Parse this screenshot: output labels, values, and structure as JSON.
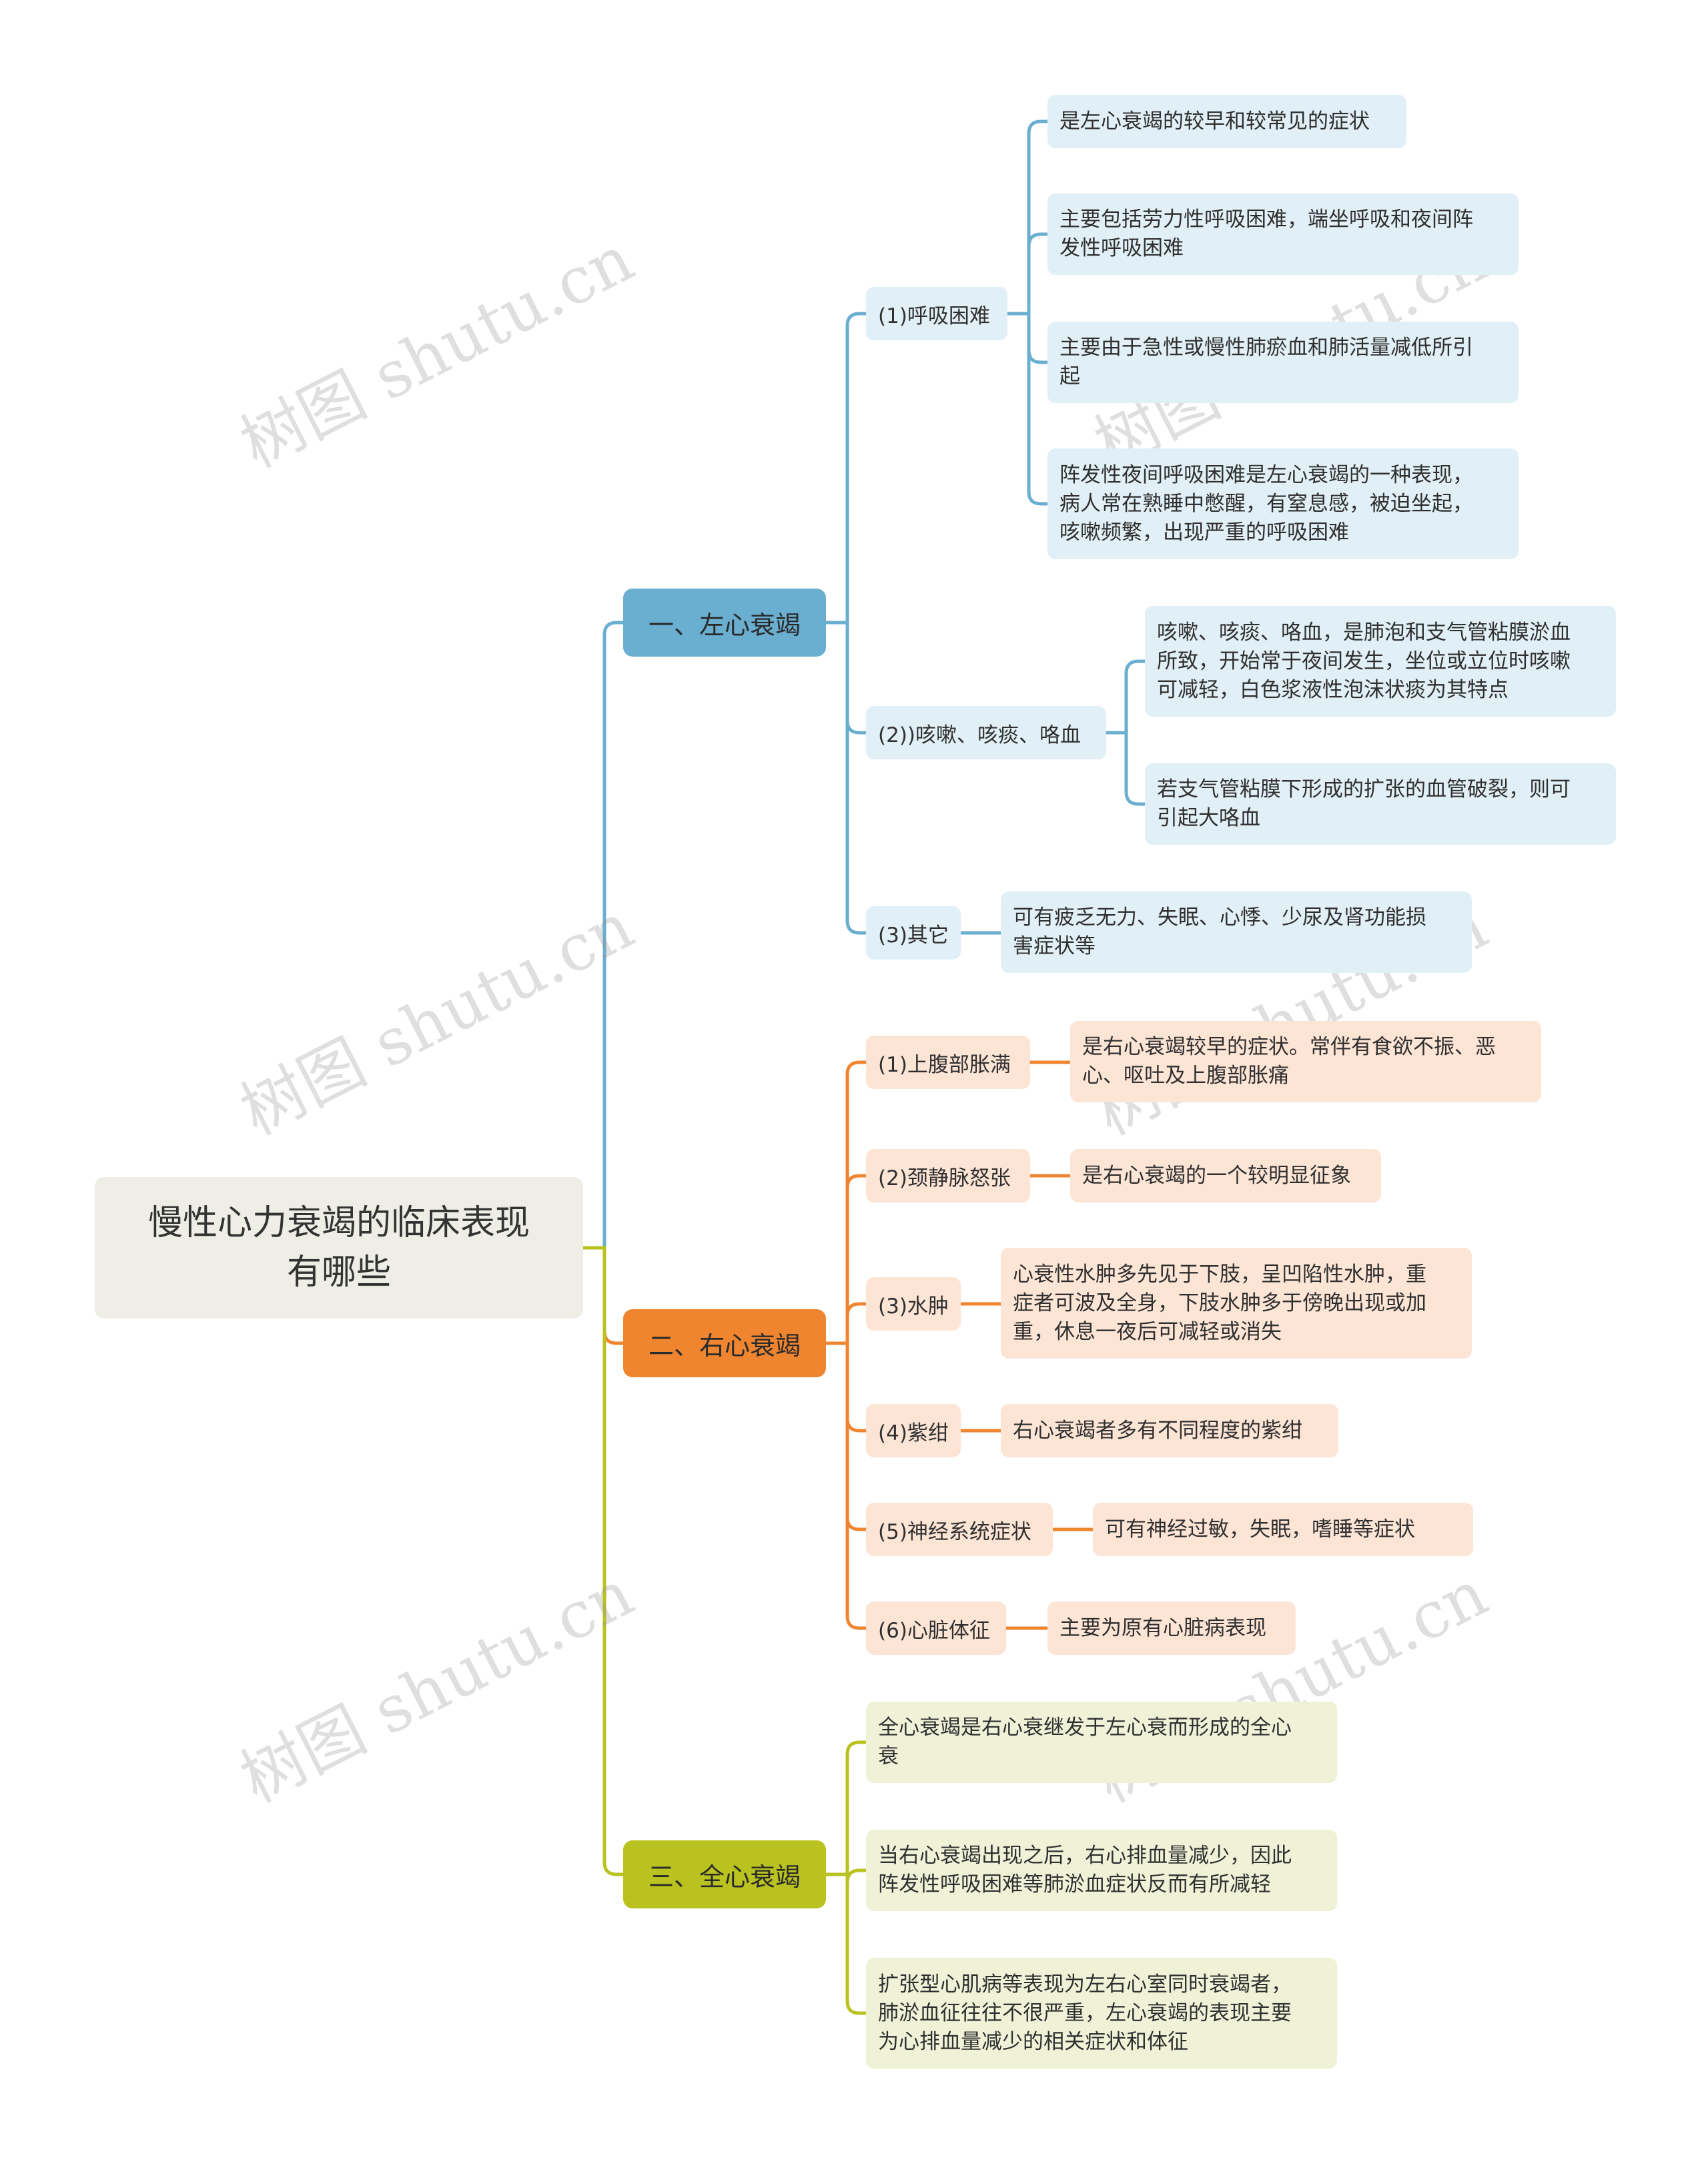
{
  "colors": {
    "blue": "#6aaed0",
    "orange": "#f08530",
    "green": "#b9c21f",
    "blue_light": "#e1eff6",
    "orange_light": "#fde5d6",
    "green_light": "#f0f2d8",
    "root_bg": "#efeee6"
  },
  "root": {
    "lines": [
      "慢性心力衰竭的临床表现",
      "有哪些"
    ]
  },
  "branches": [
    {
      "label": "一、左心衰竭",
      "subs": [
        {
          "label": "(1)呼吸困难",
          "leaves": [
            [
              "是左心衰竭的较早和较常见的症状"
            ],
            [
              "主要包括劳力性呼吸困难，端坐呼吸和夜间阵",
              "发性呼吸困难"
            ],
            [
              "主要由于急性或慢性肺瘀血和肺活量减低所引",
              "起"
            ],
            [
              "阵发性夜间呼吸困难是左心衰竭的一种表现，",
              "病人常在熟睡中憋醒，有窒息感，被迫坐起，",
              "咳嗽频繁，出现严重的呼吸困难"
            ]
          ]
        },
        {
          "label": "(2))咳嗽、咳痰、咯血",
          "leaves": [
            [
              "咳嗽、咳痰、咯血，是肺泡和支气管粘膜淤血",
              "所致，开始常于夜间发生，坐位或立位时咳嗽",
              "可减轻，白色浆液性泡沫状痰为其特点"
            ],
            [
              "若支气管粘膜下形成的扩张的血管破裂，则可",
              "引起大咯血"
            ]
          ]
        },
        {
          "label": "(3)其它",
          "leaves": [
            [
              "可有疲乏无力、失眠、心悸、少尿及肾功能损",
              "害症状等"
            ]
          ]
        }
      ]
    },
    {
      "label": "二、右心衰竭",
      "subs": [
        {
          "label": "(1)上腹部胀满",
          "leaves": [
            [
              "是右心衰竭较早的症状。常伴有食欲不振、恶",
              "心、呕吐及上腹部胀痛"
            ]
          ]
        },
        {
          "label": "(2)颈静脉怒张",
          "leaves": [
            [
              "是右心衰竭的一个较明显征象"
            ]
          ]
        },
        {
          "label": "(3)水肿",
          "leaves": [
            [
              "心衰性水肿多先见于下肢，呈凹陷性水肿，重",
              "症者可波及全身，下肢水肿多于傍晚出现或加",
              "重，休息一夜后可减轻或消失"
            ]
          ]
        },
        {
          "label": "(4)紫绀",
          "leaves": [
            [
              "右心衰竭者多有不同程度的紫绀"
            ]
          ]
        },
        {
          "label": "(5)神经系统症状",
          "leaves": [
            [
              "可有神经过敏，失眠，嗜睡等症状"
            ]
          ]
        },
        {
          "label": "(6)心脏体征",
          "leaves": [
            [
              "主要为原有心脏病表现"
            ]
          ]
        }
      ]
    },
    {
      "label": "三、全心衰竭",
      "leaves": [
        [
          "全心衰竭是右心衰继发于左心衰而形成的全心",
          "衰"
        ],
        [
          "当右心衰竭出现之后，右心排血量减少，因此",
          "阵发性呼吸困难等肺淤血症状反而有所减轻"
        ],
        [
          "扩张型心肌病等表现为左右心室同时衰竭者，",
          "肺淤血征往往不很严重，左心衰竭的表现主要",
          "为心排血量减少的相关症状和体征"
        ]
      ]
    }
  ],
  "watermark": "树图 shutu.cn"
}
